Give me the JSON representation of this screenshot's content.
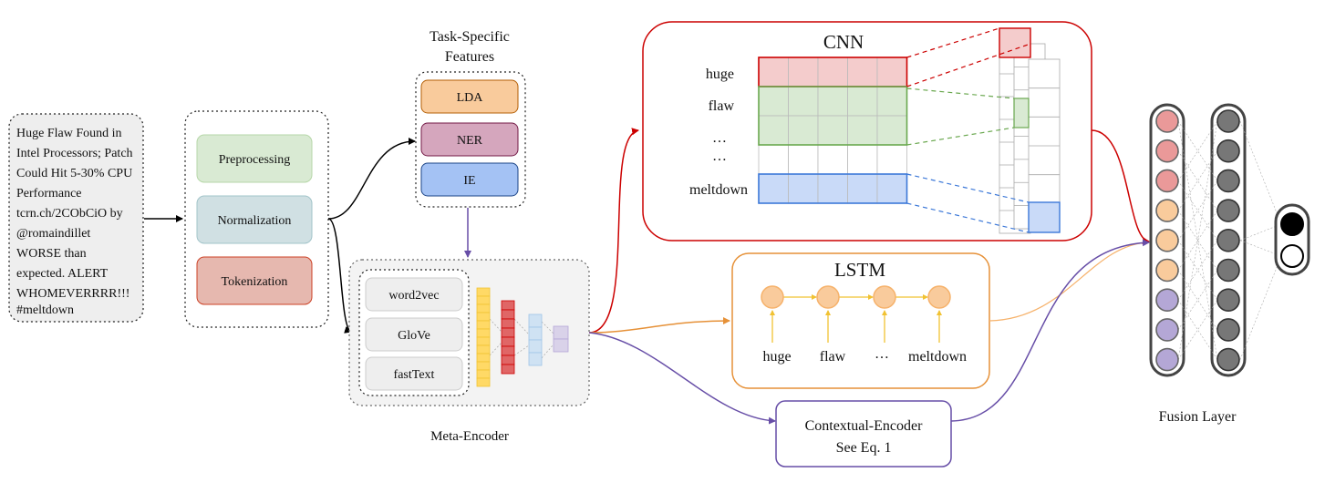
{
  "tweet": {
    "lines": [
      "Huge Flaw Found in",
      "Intel Processors; Patch",
      "Could Hit 5-30% CPU",
      "Performance",
      "tcrn.ch/2CObCiO by",
      "@romaindillet",
      "WORSE than",
      "expected. ALERT",
      "WHOMEVERRRR!!!",
      "#meltdown"
    ]
  },
  "preprocessing": {
    "steps": [
      "Preprocessing",
      "Normalization",
      "Tokenization"
    ],
    "colors": [
      "#d9ead3",
      "#d0e0e3",
      "#e6b8af"
    ]
  },
  "task_features": {
    "title_line1": "Task-Specific",
    "title_line2": "Features",
    "items": [
      "LDA",
      "NER",
      "IE"
    ],
    "colors": [
      "#f9cb9c",
      "#d5a6bd",
      "#a4c2f4"
    ]
  },
  "meta_encoder": {
    "embeddings": [
      "word2vec",
      "GloVe",
      "fastText"
    ],
    "label": "Meta-Encoder"
  },
  "cnn": {
    "title": "CNN",
    "words": [
      "huge",
      "flaw",
      "…",
      "…",
      "meltdown"
    ],
    "colors": {
      "red": "#cc0000",
      "green": "#6aa84f",
      "blue": "#3c78d8",
      "red_fill": "#f4cccc",
      "green_fill": "#d9ead3",
      "blue_fill": "#c9daf8"
    }
  },
  "lstm": {
    "title": "LSTM",
    "words": [
      "huge",
      "flaw",
      "…",
      "meltdown"
    ],
    "colors": {
      "border": "#e69138",
      "node_fill": "#f9cb9c",
      "node_stroke": "#f6b26b"
    }
  },
  "contextual": {
    "line1": "Contextual-Encoder",
    "line2": "See Eq. 1",
    "border": "#674ea7"
  },
  "fusion": {
    "label": "Fusion Layer",
    "node_colors": [
      "#ea9999",
      "#ea9999",
      "#ea9999",
      "#f9cb9c",
      "#f9cb9c",
      "#f9cb9c",
      "#b4a7d6",
      "#b4a7d6",
      "#b4a7d6"
    ]
  }
}
